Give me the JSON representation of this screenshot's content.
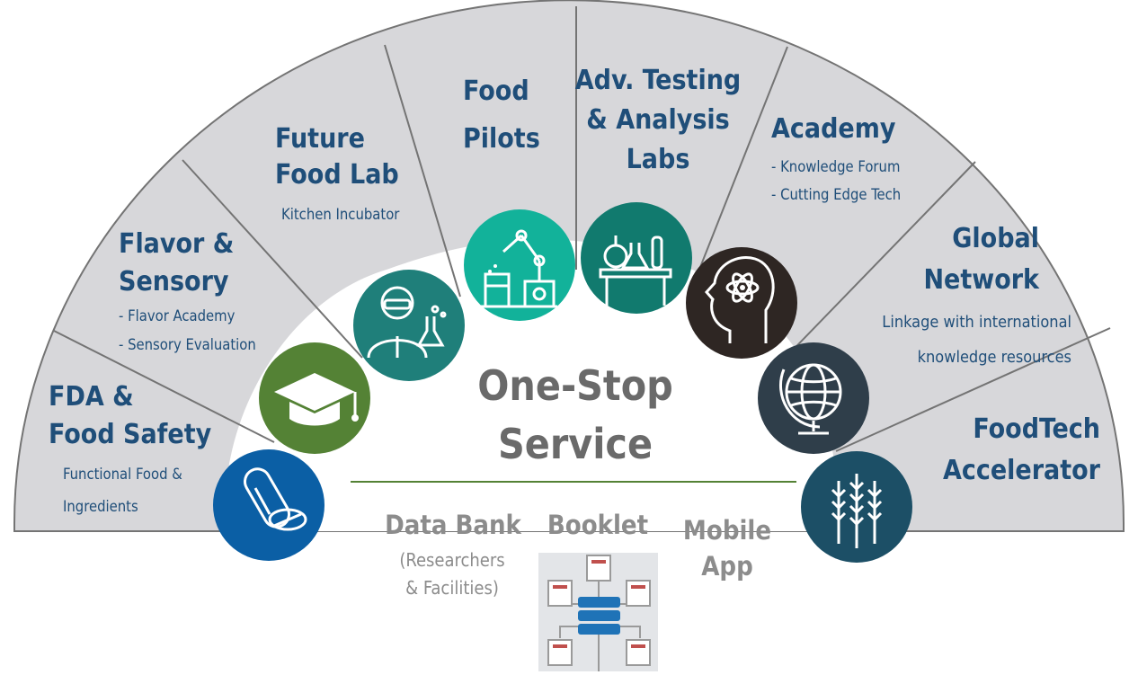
{
  "center": {
    "line1": "One-Stop",
    "line2": "Service"
  },
  "segments": [
    {
      "key": "fda",
      "title": [
        "FDA &",
        "Food Safety"
      ],
      "subs": [
        "Functional Food &",
        "Ingredients"
      ],
      "icon": "pill-icon",
      "circle_color": "#0b5fa5"
    },
    {
      "key": "flavor",
      "title": [
        "Flavor &",
        "Sensory"
      ],
      "subs": [
        "-  Flavor Academy",
        "-  Sensory Evaluation"
      ],
      "icon": "graduation-cap-icon",
      "circle_color": "#548235"
    },
    {
      "key": "future",
      "title": [
        "Future",
        "Food Lab"
      ],
      "subs": [
        "Kitchen Incubator"
      ],
      "icon": "scientist-icon",
      "circle_color": "#1f7f7a"
    },
    {
      "key": "pilots",
      "title": [
        "Food",
        "Pilots"
      ],
      "subs": [],
      "icon": "robot-arm-icon",
      "circle_color": "#12b29a"
    },
    {
      "key": "testing",
      "title": [
        "Adv. Testing",
        "& Analysis",
        "Labs"
      ],
      "subs": [],
      "icon": "lab-flask-icon",
      "circle_color": "#117a6e"
    },
    {
      "key": "academy",
      "title": [
        "Academy"
      ],
      "subs": [
        "-  Knowledge Forum",
        "-  Cutting Edge Tech"
      ],
      "icon": "head-atom-icon",
      "circle_color": "#2e2623"
    },
    {
      "key": "global",
      "title": [
        "Global",
        "Network"
      ],
      "subs": [
        "Linkage with international",
        "knowledge resources"
      ],
      "icon": "globe-icon",
      "circle_color": "#2f3e4a"
    },
    {
      "key": "foodtech",
      "title": [
        "FoodTech",
        "Accelerator"
      ],
      "subs": [],
      "icon": "wheat-icon",
      "circle_color": "#1c4f66"
    }
  ],
  "bottom": {
    "databank": {
      "title": "Data Bank",
      "sub": [
        "(Researchers",
        "& Facilities)"
      ]
    },
    "booklet": {
      "title": "Booklet"
    },
    "mobile": {
      "title": [
        "Mobile",
        "App"
      ]
    }
  },
  "colors": {
    "fan": "#d7d7da",
    "fan_line": "#747474",
    "title": "#1f4e79",
    "divider": "#548235"
  }
}
